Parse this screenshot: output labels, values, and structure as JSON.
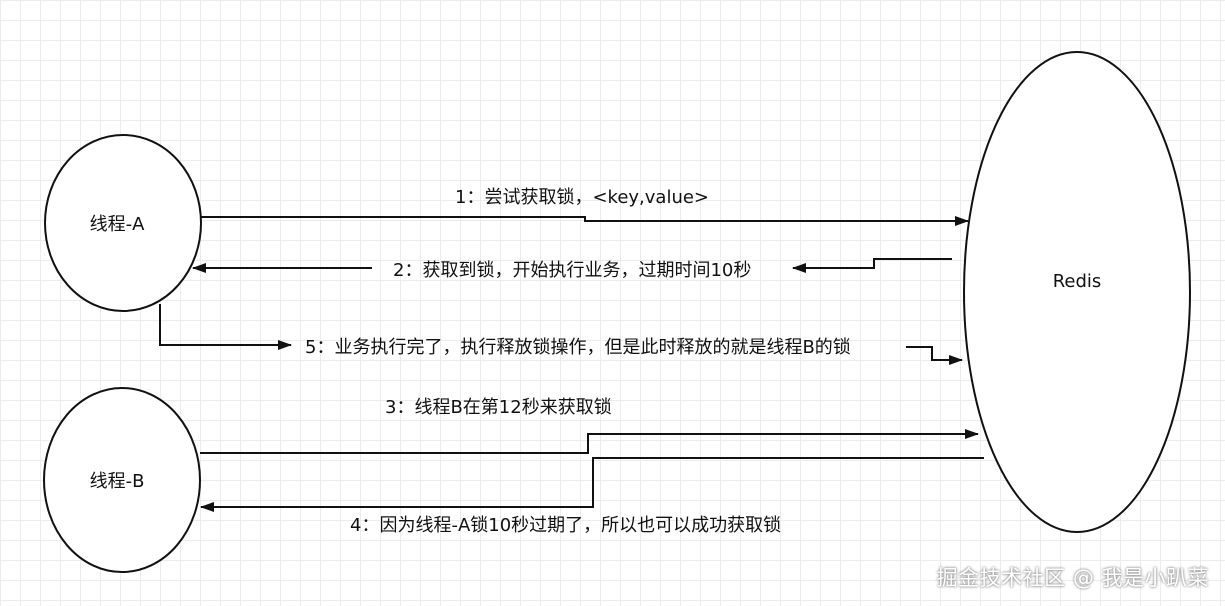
{
  "nodes": {
    "thread_a": "线程-A",
    "thread_b": "线程-B",
    "redis": "Redis"
  },
  "edges": {
    "step1": "1：尝试获取锁，<key,value>",
    "step2": "2：获取到锁，开始执行业务，过期时间10秒",
    "step3": "3：线程B在第12秒来获取锁",
    "step4": "4：因为线程-A锁10秒过期了，所以也可以成功获取锁",
    "step5": "5：业务执行完了，执行释放锁操作，但是此时释放的就是线程B的锁"
  },
  "watermark": "掘金技术社区 @ 我是小趴菜",
  "colors": {
    "stroke": "#111111",
    "grid": "#ececec",
    "background": "#ffffff"
  }
}
